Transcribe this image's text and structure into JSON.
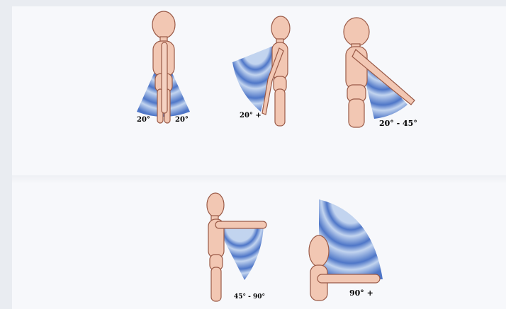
{
  "labels": {
    "side_bend_left": "20°",
    "side_bend_right": "20°",
    "backward_extension": "20° +",
    "forward_reach_low": "20° - 45°",
    "forward_reach_mid": "45° - 90°",
    "overhead_reach": "90° +"
  },
  "colors": {
    "skin": "#f2c7b3",
    "outline": "#9a5a47",
    "arc_blue": "#3c68c2",
    "arc_light": "#bcd0ee"
  }
}
